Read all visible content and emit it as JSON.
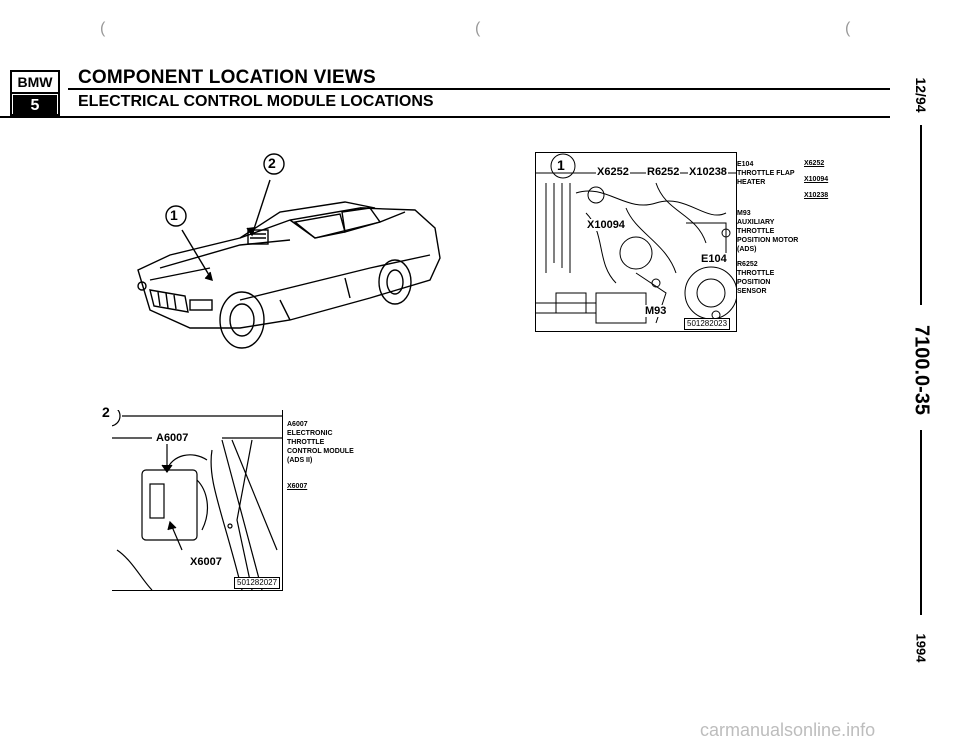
{
  "header": {
    "logo_top": "BMW",
    "logo_bottom": "5",
    "title": "COMPONENT LOCATION VIEWS",
    "subtitle": "ELECTRICAL CONTROL MODULE LOCATIONS"
  },
  "side": {
    "date": "12/94",
    "page_number": "7100.0-35",
    "year": "1994"
  },
  "car_view": {
    "callout_1": "1",
    "callout_2": "2"
  },
  "engine_view": {
    "callout": "1",
    "labels": {
      "x6252": "X6252",
      "r6252": "R6252",
      "x10238": "X10238",
      "x10094": "X10094",
      "e104": "E104",
      "m93": "M93"
    },
    "legend": [
      {
        "line1": "E104",
        "line2": "THROTTLE FLAP",
        "line3": "HEATER"
      },
      {
        "line1": "M93",
        "line2": "AUXILIARY",
        "line3": "THROTTLE",
        "line4": "POSITION MOTOR",
        "line5": "(ADS)"
      },
      {
        "line1": "R6252",
        "line2": "THROTTLE",
        "line3": "POSITION",
        "line4": "SENSOR"
      }
    ],
    "codes": [
      "X6252",
      "X10094",
      "X10238"
    ],
    "ref": "501282023"
  },
  "module_view": {
    "callout": "2",
    "label_a": "A6007",
    "label_x": "X6007",
    "legend": [
      "A6007",
      "ELECTRONIC",
      "THROTTLE",
      "CONTROL MODULE",
      "(ADS II)"
    ],
    "code": "X6007",
    "ref": "501282027"
  },
  "footer": {
    "watermark": "carmanualsonline.info"
  },
  "colors": {
    "ink": "#000000",
    "paper": "#ffffff",
    "watermark": "#bdbdbd"
  }
}
